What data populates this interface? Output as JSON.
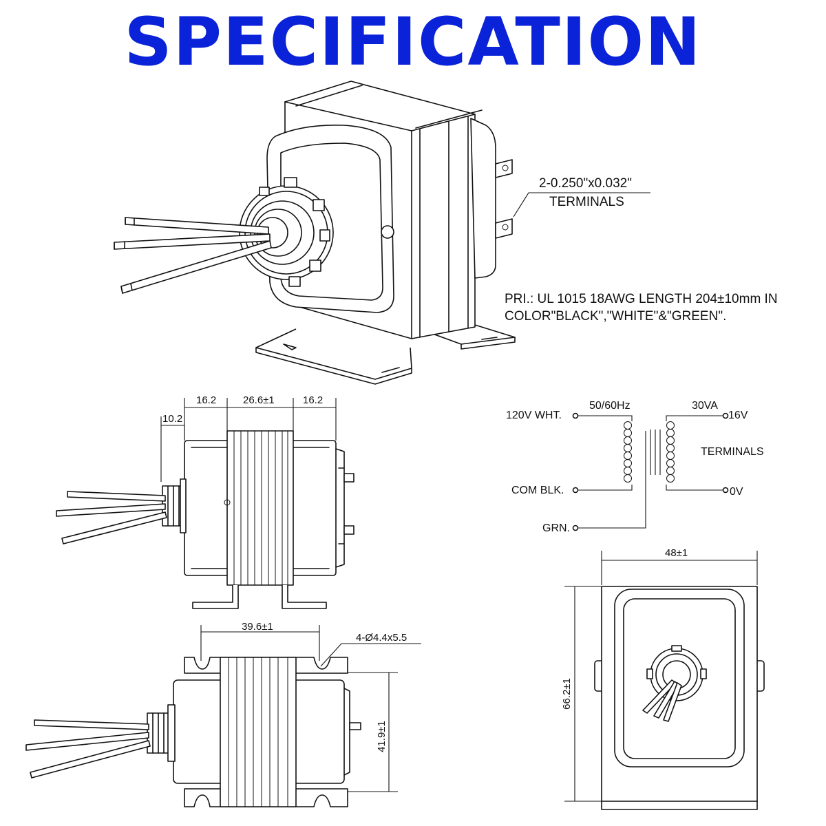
{
  "title": "SPECIFICATION",
  "colors": {
    "title": "#0a22d8",
    "line": "#111111"
  },
  "isometric_view": {
    "terminal_note": [
      "2-0.250\"x0.032\"",
      "TERMINALS"
    ],
    "primary_note": [
      "PRI.: UL 1015 18AWG LENGTH 204±10mm IN",
      "COLOR\"BLACK\",\"WHITE\"&\"GREEN\"."
    ]
  },
  "side_view": {
    "dim_left": "16.2",
    "dim_core": "26.6±1",
    "dim_right": "16.2",
    "dim_hub": "10.2"
  },
  "schematic": {
    "primary_top": "120V WHT.",
    "frequency": "50/60Hz",
    "rating": "30VA",
    "secondary_top": "16V",
    "terminals_label": "TERMINALS",
    "primary_bottom": "COM BLK.",
    "secondary_bottom": "0V",
    "ground": "GRN."
  },
  "top_view": {
    "dim_mount_spacing": "39.6±1",
    "dim_holes": "4-Ø4.4x5.5",
    "dim_height": "41.9±1"
  },
  "front_view": {
    "dim_width": "48±1",
    "dim_height": "66.2±1"
  }
}
